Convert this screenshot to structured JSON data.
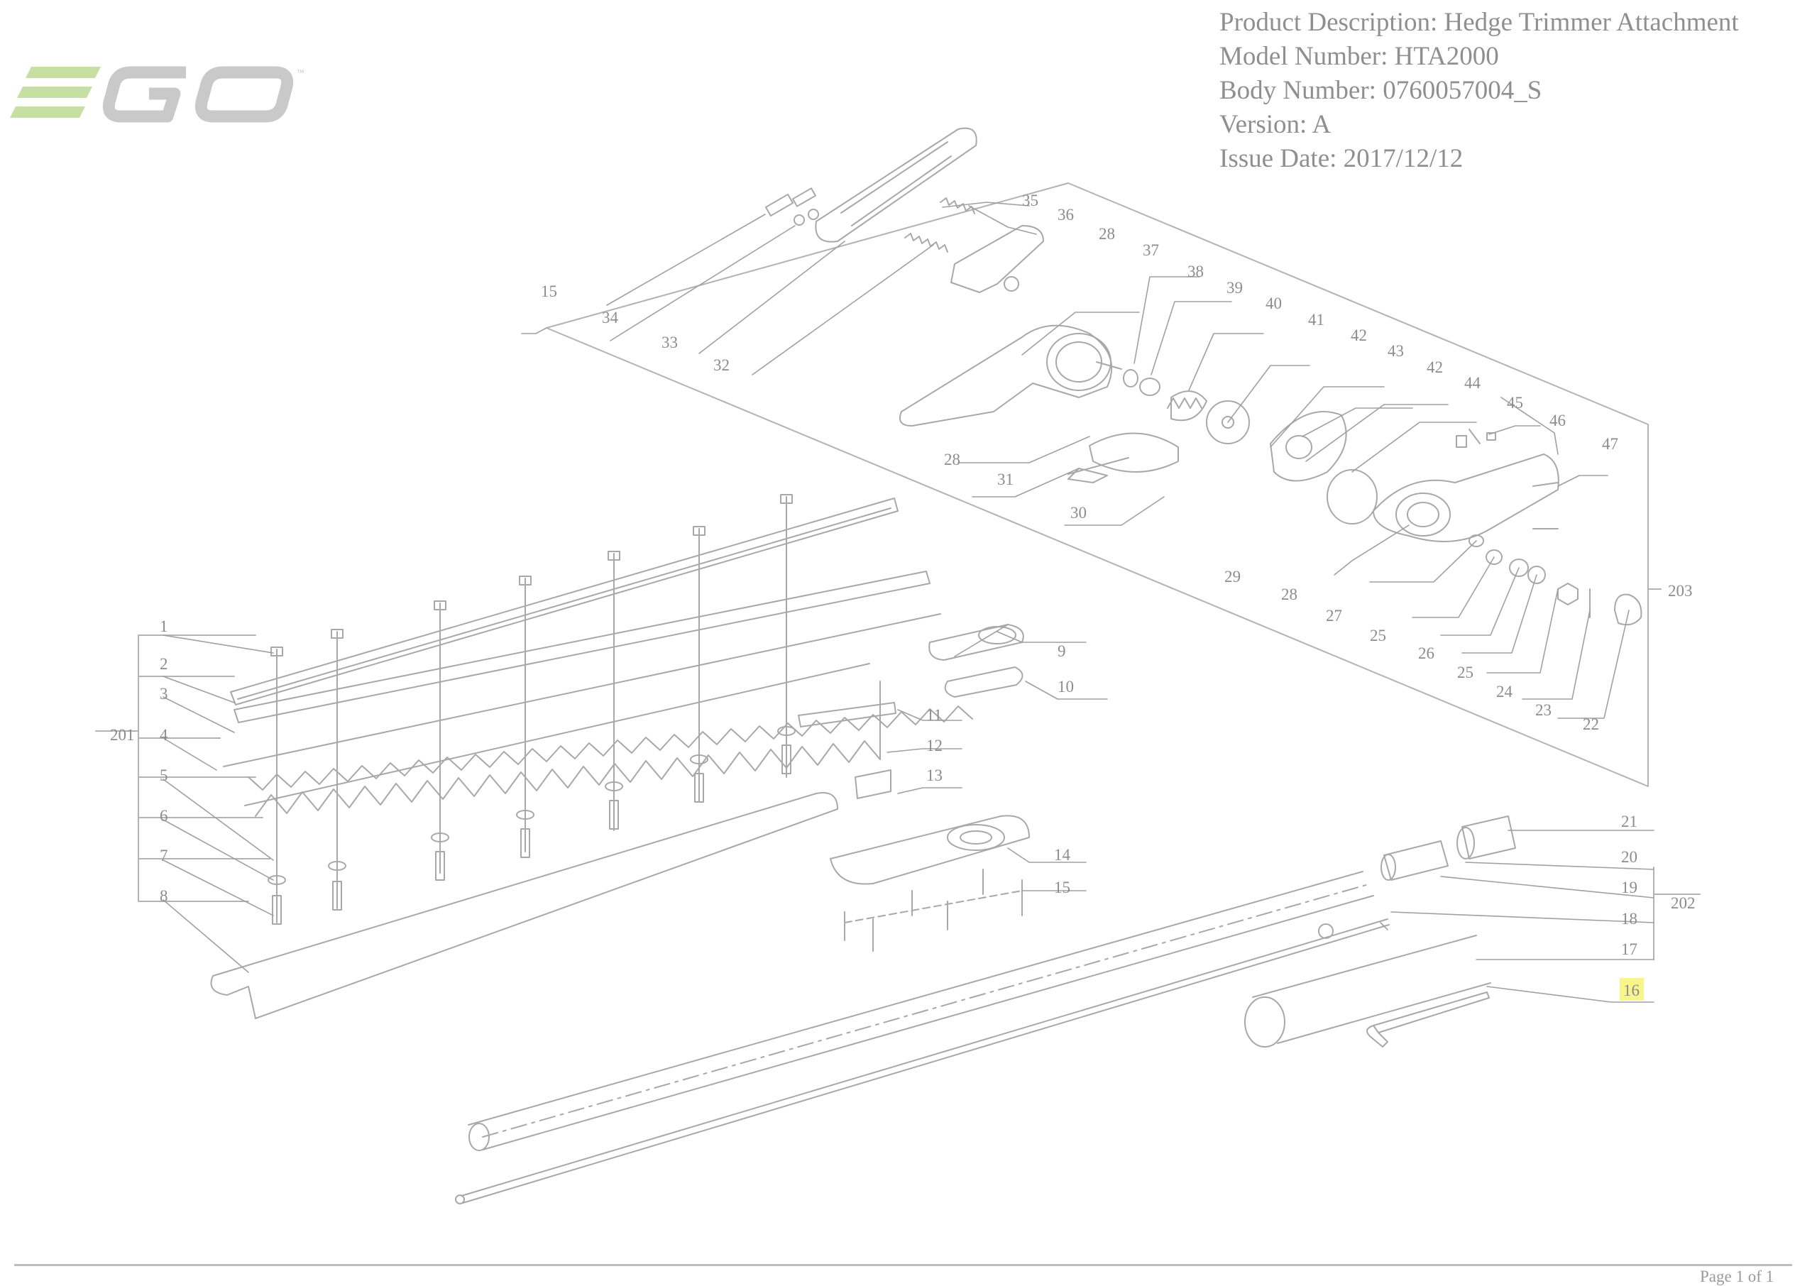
{
  "logo": {
    "text": "EGO",
    "tm": "™",
    "colors": {
      "green": "#c8dfa3",
      "gray": "#c9c9c9"
    }
  },
  "header": {
    "product_description": "Product Description: Hedge Trimmer Attachment",
    "model_number": "Model Number: HTA2000",
    "body_number": "Body Number: 0760057004_S",
    "version": "Version: A",
    "issue_date": "Issue Date: 2017/12/12"
  },
  "callouts": {
    "c1": "1",
    "c2": "2",
    "c3": "3",
    "c4": "4",
    "c5": "5",
    "c6": "6",
    "c7": "7",
    "c8": "8",
    "c9": "9",
    "c10": "10",
    "c11": "11",
    "c12": "12",
    "c13": "13",
    "c14": "14",
    "c15_lower": "15",
    "c15_upper": "15",
    "c16": "16",
    "c17": "17",
    "c18": "18",
    "c19": "19",
    "c20": "20",
    "c21": "21",
    "c22": "22",
    "c23": "23",
    "c24": "24",
    "c25a": "25",
    "c25b": "25",
    "c26": "26",
    "c27": "27",
    "c28a": "28",
    "c28b": "28",
    "c28c": "28",
    "c29": "29",
    "c30": "30",
    "c31": "31",
    "c32": "32",
    "c33": "33",
    "c34": "34",
    "c35": "35",
    "c36": "36",
    "c37": "37",
    "c38": "38",
    "c39": "39",
    "c40": "40",
    "c41": "41",
    "c42a": "42",
    "c42b": "42",
    "c43": "43",
    "c44": "44",
    "c45": "45",
    "c46": "46",
    "c47": "47",
    "c201": "201",
    "c202": "202",
    "c203": "203"
  },
  "highlight_color": "#f7f58c",
  "footer": {
    "page": "Page 1 of 1"
  }
}
